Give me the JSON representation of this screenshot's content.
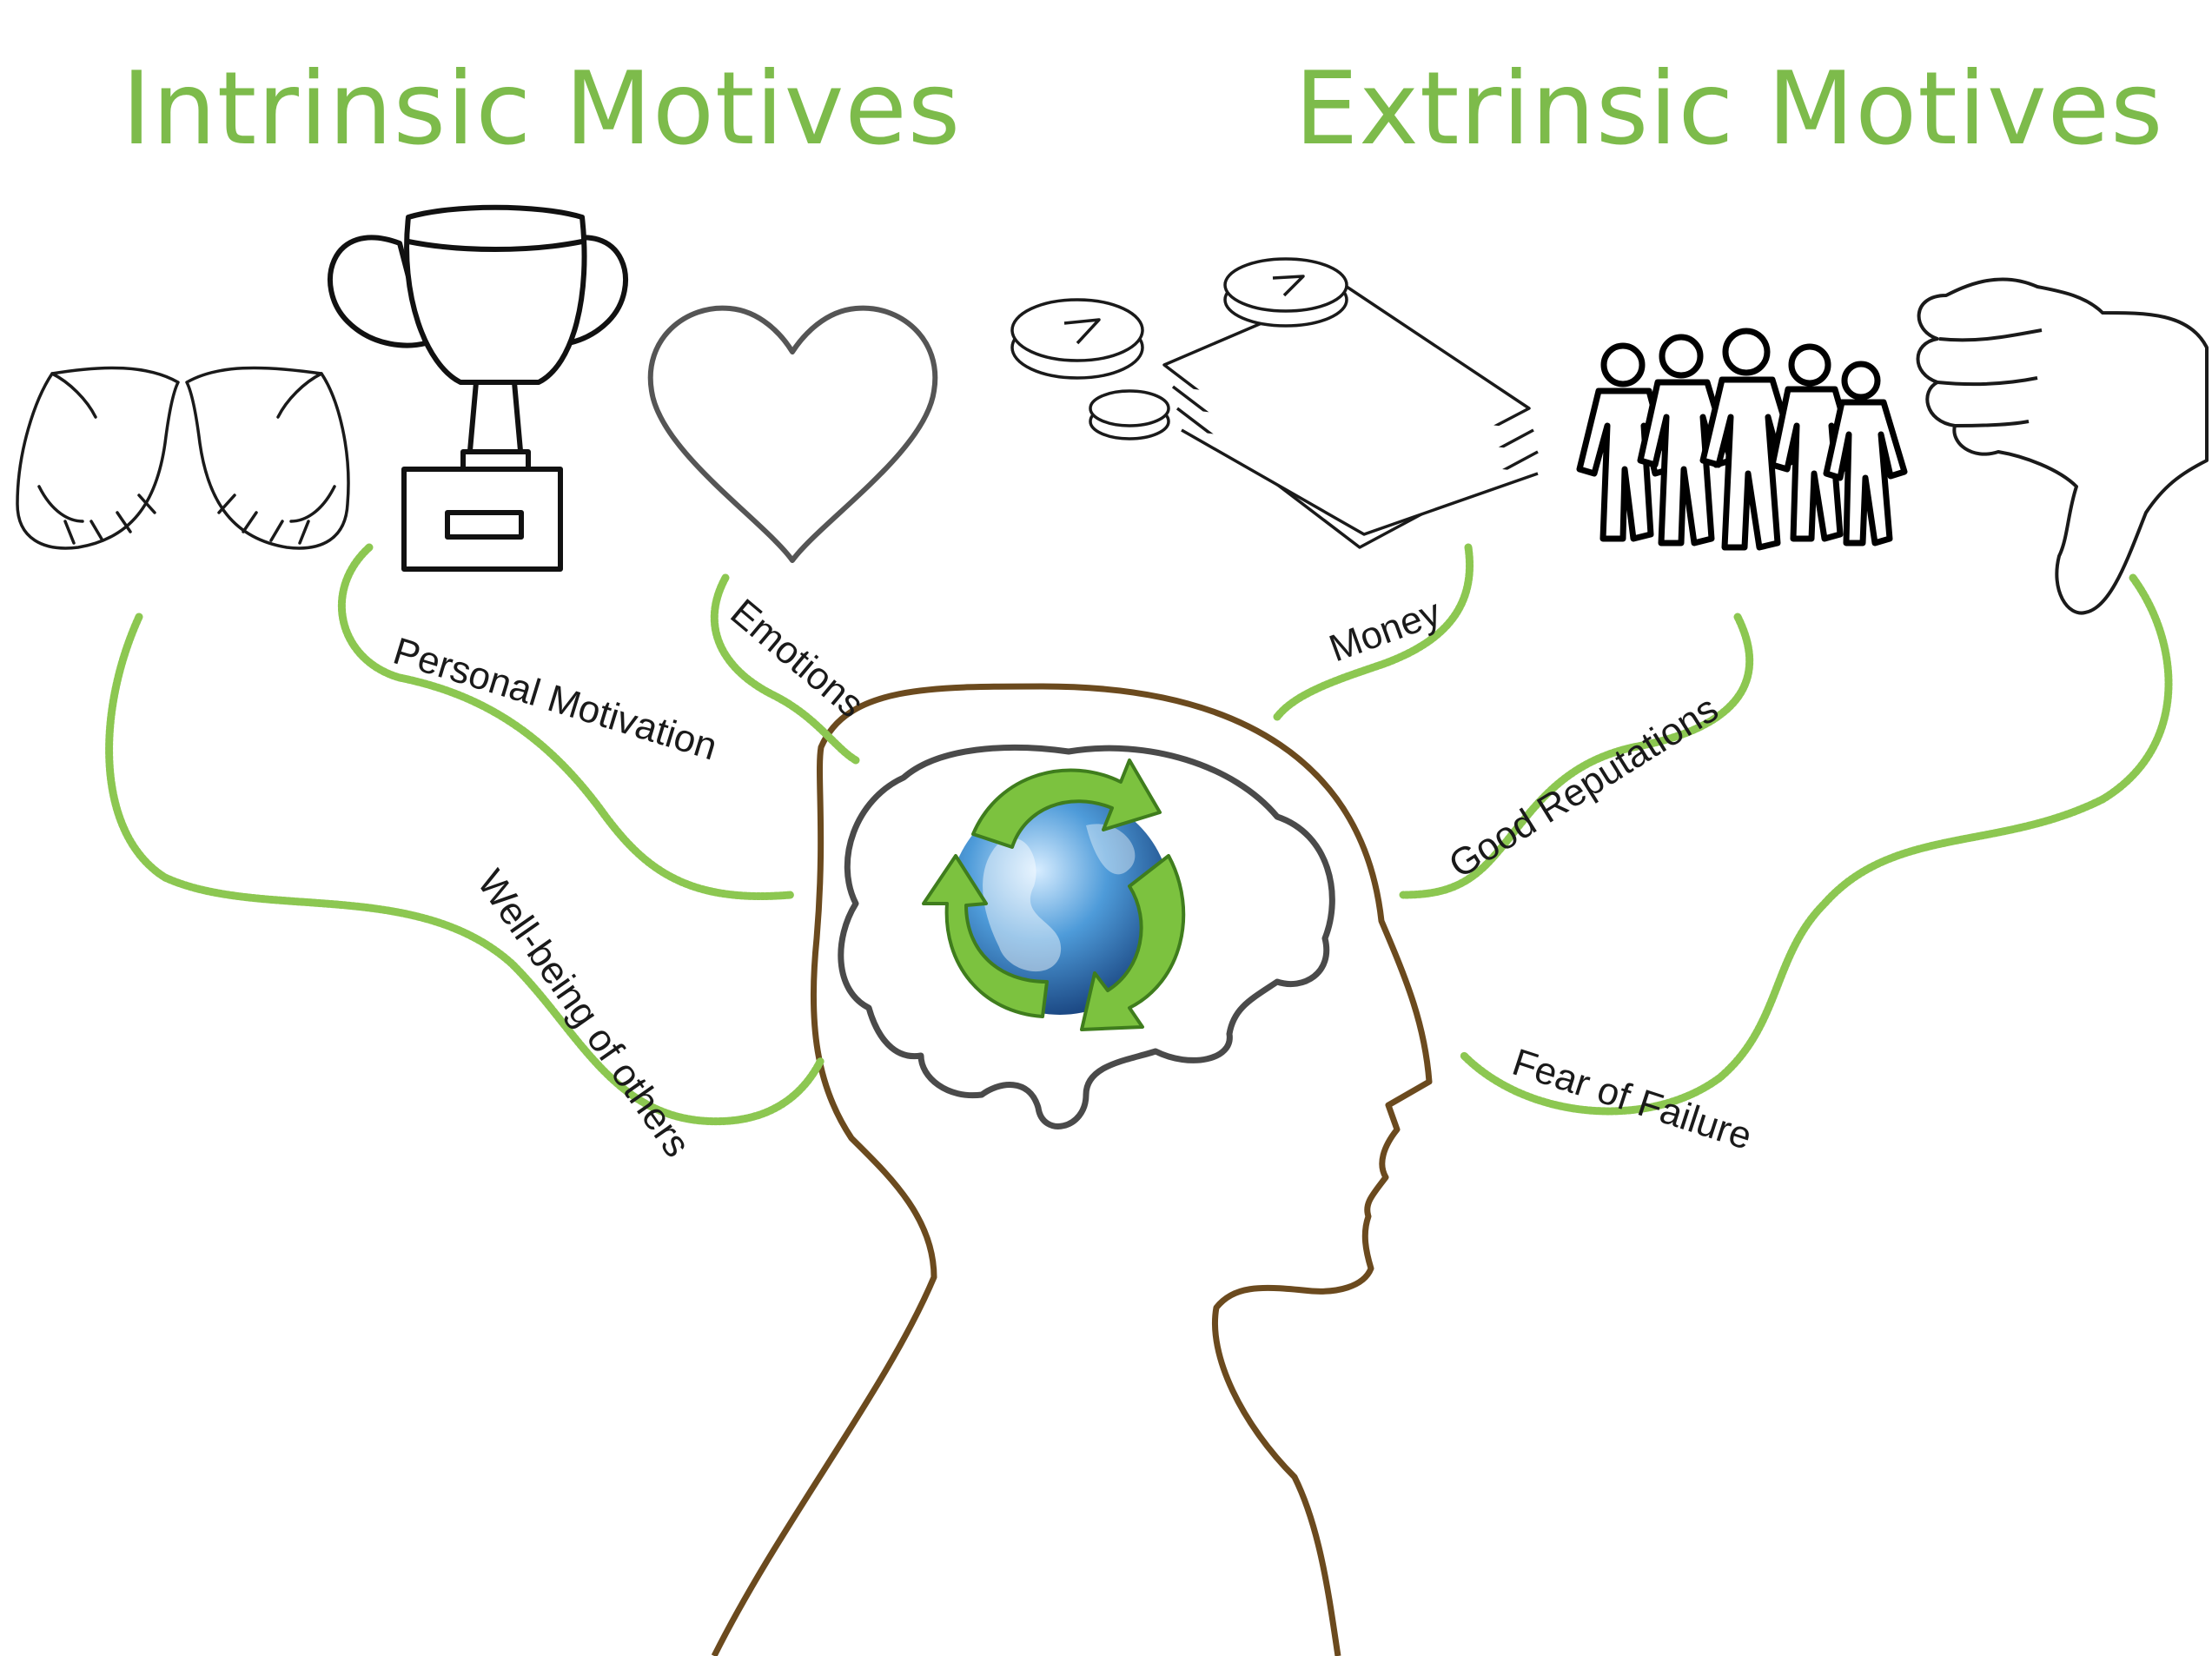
{
  "titles": {
    "intrinsic": "Intrinsic Motives",
    "extrinsic": "Extrinsic Motives"
  },
  "labels": {
    "well_being": "Well-being of others",
    "personal_motivation": "Personal Motivation",
    "emotions": "Emotions",
    "money": "Money",
    "good_reputations": "Good Reputations",
    "fear_of_failure": "Fear of Failure"
  },
  "icons": [
    "open-hands-icon",
    "trophy-icon",
    "heart-icon",
    "money-icon",
    "people-group-icon",
    "thumbs-down-icon",
    "brain-icon",
    "recycle-globe-icon",
    "head-silhouette-icon"
  ],
  "colors": {
    "title_green": "#7dbb4b",
    "branch_green": "#8cc751",
    "head_brown": "#6b4a1e",
    "brain_gray": "#4a4a4a",
    "recycle_green": "#7cc23f",
    "globe_blue": "#3d87c9"
  }
}
